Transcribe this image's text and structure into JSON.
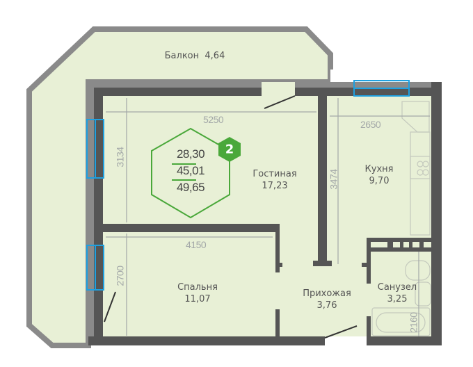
{
  "apartment": {
    "rooms_count": "2",
    "areas": {
      "living": "28,30",
      "total": "45,01",
      "total_with_balcony": "49,65"
    }
  },
  "rooms": {
    "balcony": {
      "name": "Балкон",
      "area": "4,64"
    },
    "living_room": {
      "name": "Гостиная",
      "area": "17,23"
    },
    "kitchen": {
      "name": "Кухня",
      "area": "9,70"
    },
    "bedroom": {
      "name": "Спальня",
      "area": "11,07"
    },
    "hallway": {
      "name": "Прихожая",
      "area": "3,76"
    },
    "bathroom": {
      "name": "Санузел",
      "area": "3,25"
    }
  },
  "dimensions": {
    "living_width": "5250",
    "living_depth": "3134",
    "kitchen_width": "2650",
    "kitchen_depth": "3474",
    "bedroom_width": "4150",
    "bedroom_depth": "2700",
    "bathroom_depth": "2160"
  },
  "colors": {
    "floor": "#e8f0d6",
    "wall": "#555555",
    "window": "#1ea0e0",
    "accent": "#4aa83a"
  }
}
